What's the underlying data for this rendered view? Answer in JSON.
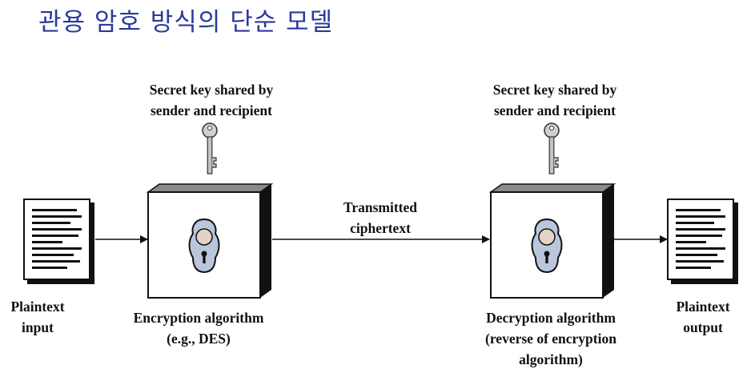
{
  "title": "관용 암호 방식의 단순 모델",
  "labels": {
    "key_left": [
      "Secret key shared by",
      "sender and recipient"
    ],
    "key_right": [
      "Secret key shared by",
      "sender and recipient"
    ],
    "transmitted": [
      "Transmitted",
      "ciphertext"
    ],
    "plain_in": [
      "Plaintext",
      "input"
    ],
    "encryption": [
      "Encryption algorithm",
      "(e.g., DES)"
    ],
    "decryption": [
      "Decryption algorithm",
      "(reverse of encryption",
      "algorithm)"
    ],
    "plain_out": [
      "Plaintext",
      "output"
    ]
  },
  "colors": {
    "title": "#2b3a9a",
    "lock_plate": "#b9c6dc",
    "key": "#c8c8c8",
    "stroke": "#111111"
  },
  "icons": {
    "document": "document-icon",
    "key": "key-icon",
    "lock": "keyhole-lock-icon"
  }
}
